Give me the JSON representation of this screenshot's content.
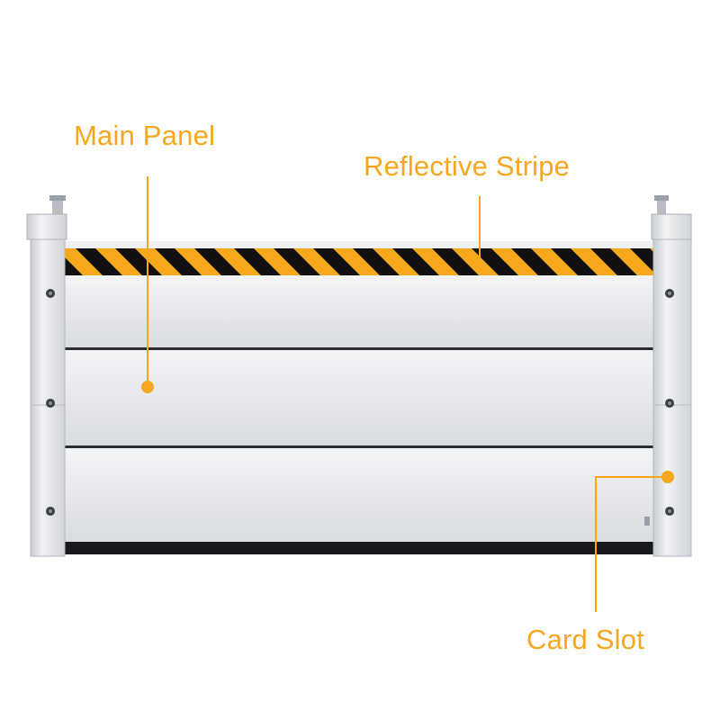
{
  "labels": {
    "main_panel": "Main Panel",
    "reflective_stripe": "Reflective Stripe",
    "card_slot": "Card Slot"
  },
  "colors": {
    "accent": "#f5a71f",
    "stripe_yellow": "#f6a81c",
    "stripe_black": "#111111",
    "panel_face": "#e8eaee",
    "post": "#dfe2e6"
  }
}
